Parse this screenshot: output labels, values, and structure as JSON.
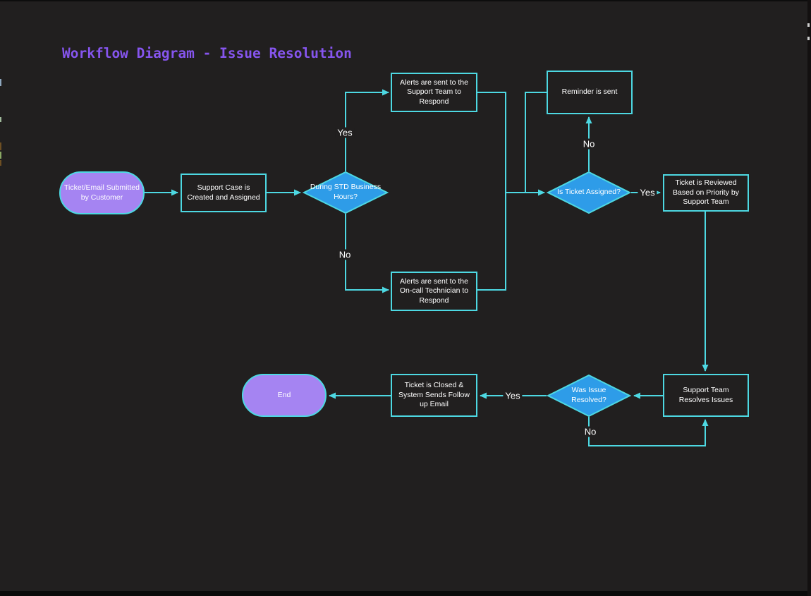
{
  "title": "Workflow Diagram - Issue Resolution",
  "colors": {
    "background": "#211f1f",
    "edge": "#4dd8e2",
    "node_fill": "#211f1f",
    "decision_fill": "#2e9ce8",
    "terminal_fill": "#a584f2",
    "title": "#8655ee",
    "text": "#ffffff"
  },
  "nodes": {
    "start": {
      "shape": "terminal",
      "label": "Ticket/Email Submitted by Customer"
    },
    "create_case": {
      "shape": "process",
      "label": "Support Case is Created and Assigned"
    },
    "std_hours": {
      "shape": "decision",
      "label": "During STD Business Hours?"
    },
    "alert_support": {
      "shape": "process",
      "label": "Alerts are sent to the Support Team to Respond"
    },
    "alert_oncall": {
      "shape": "process",
      "label": "Alerts are sent to the On-call Technician to Respond"
    },
    "reminder": {
      "shape": "process",
      "label": "Reminder is sent"
    },
    "ticket_assigned": {
      "shape": "decision",
      "label": "Is Ticket Assigned?"
    },
    "review": {
      "shape": "process",
      "label": "Ticket is Reviewed Based on Priority by Support Team"
    },
    "resolve": {
      "shape": "process",
      "label": "Support Team Resolves Issues"
    },
    "resolved": {
      "shape": "decision",
      "label": "Was Issue Resolved?"
    },
    "close": {
      "shape": "process",
      "label": "Ticket is Closed & System Sends Follow up Email"
    },
    "end": {
      "shape": "terminal",
      "label": "End"
    }
  },
  "edge_labels": {
    "std_hours_yes": "Yes",
    "std_hours_no": "No",
    "assigned_no": "No",
    "assigned_yes": "Yes",
    "resolved_yes": "Yes",
    "resolved_no": "No"
  }
}
